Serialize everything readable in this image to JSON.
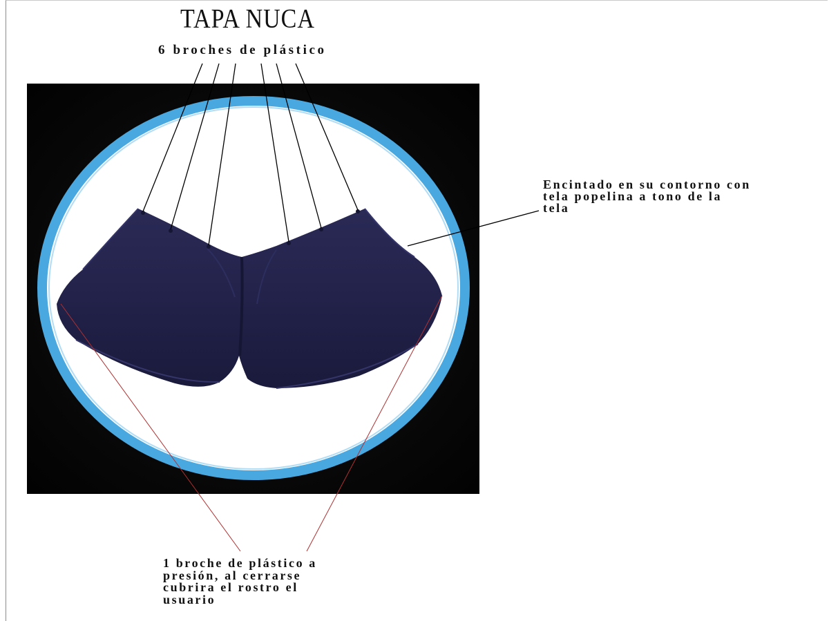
{
  "title": "TAPA NUCA",
  "subtitle": "6 broches de plástico",
  "callout_right": {
    "lines": [
      "Encintado en su contorno con",
      "tela popelina a tono de la",
      "tela"
    ]
  },
  "callout_bottom": {
    "lines": [
      "1 broche de plástico a",
      "presión, al cerrarse",
      "cubrira el rostro el",
      "usuario"
    ]
  },
  "colors": {
    "fabric": "#22224a",
    "ring": "#4aa8e0",
    "photo_background": "#030303",
    "leader_black": "#000000",
    "leader_red": "#b03030"
  }
}
